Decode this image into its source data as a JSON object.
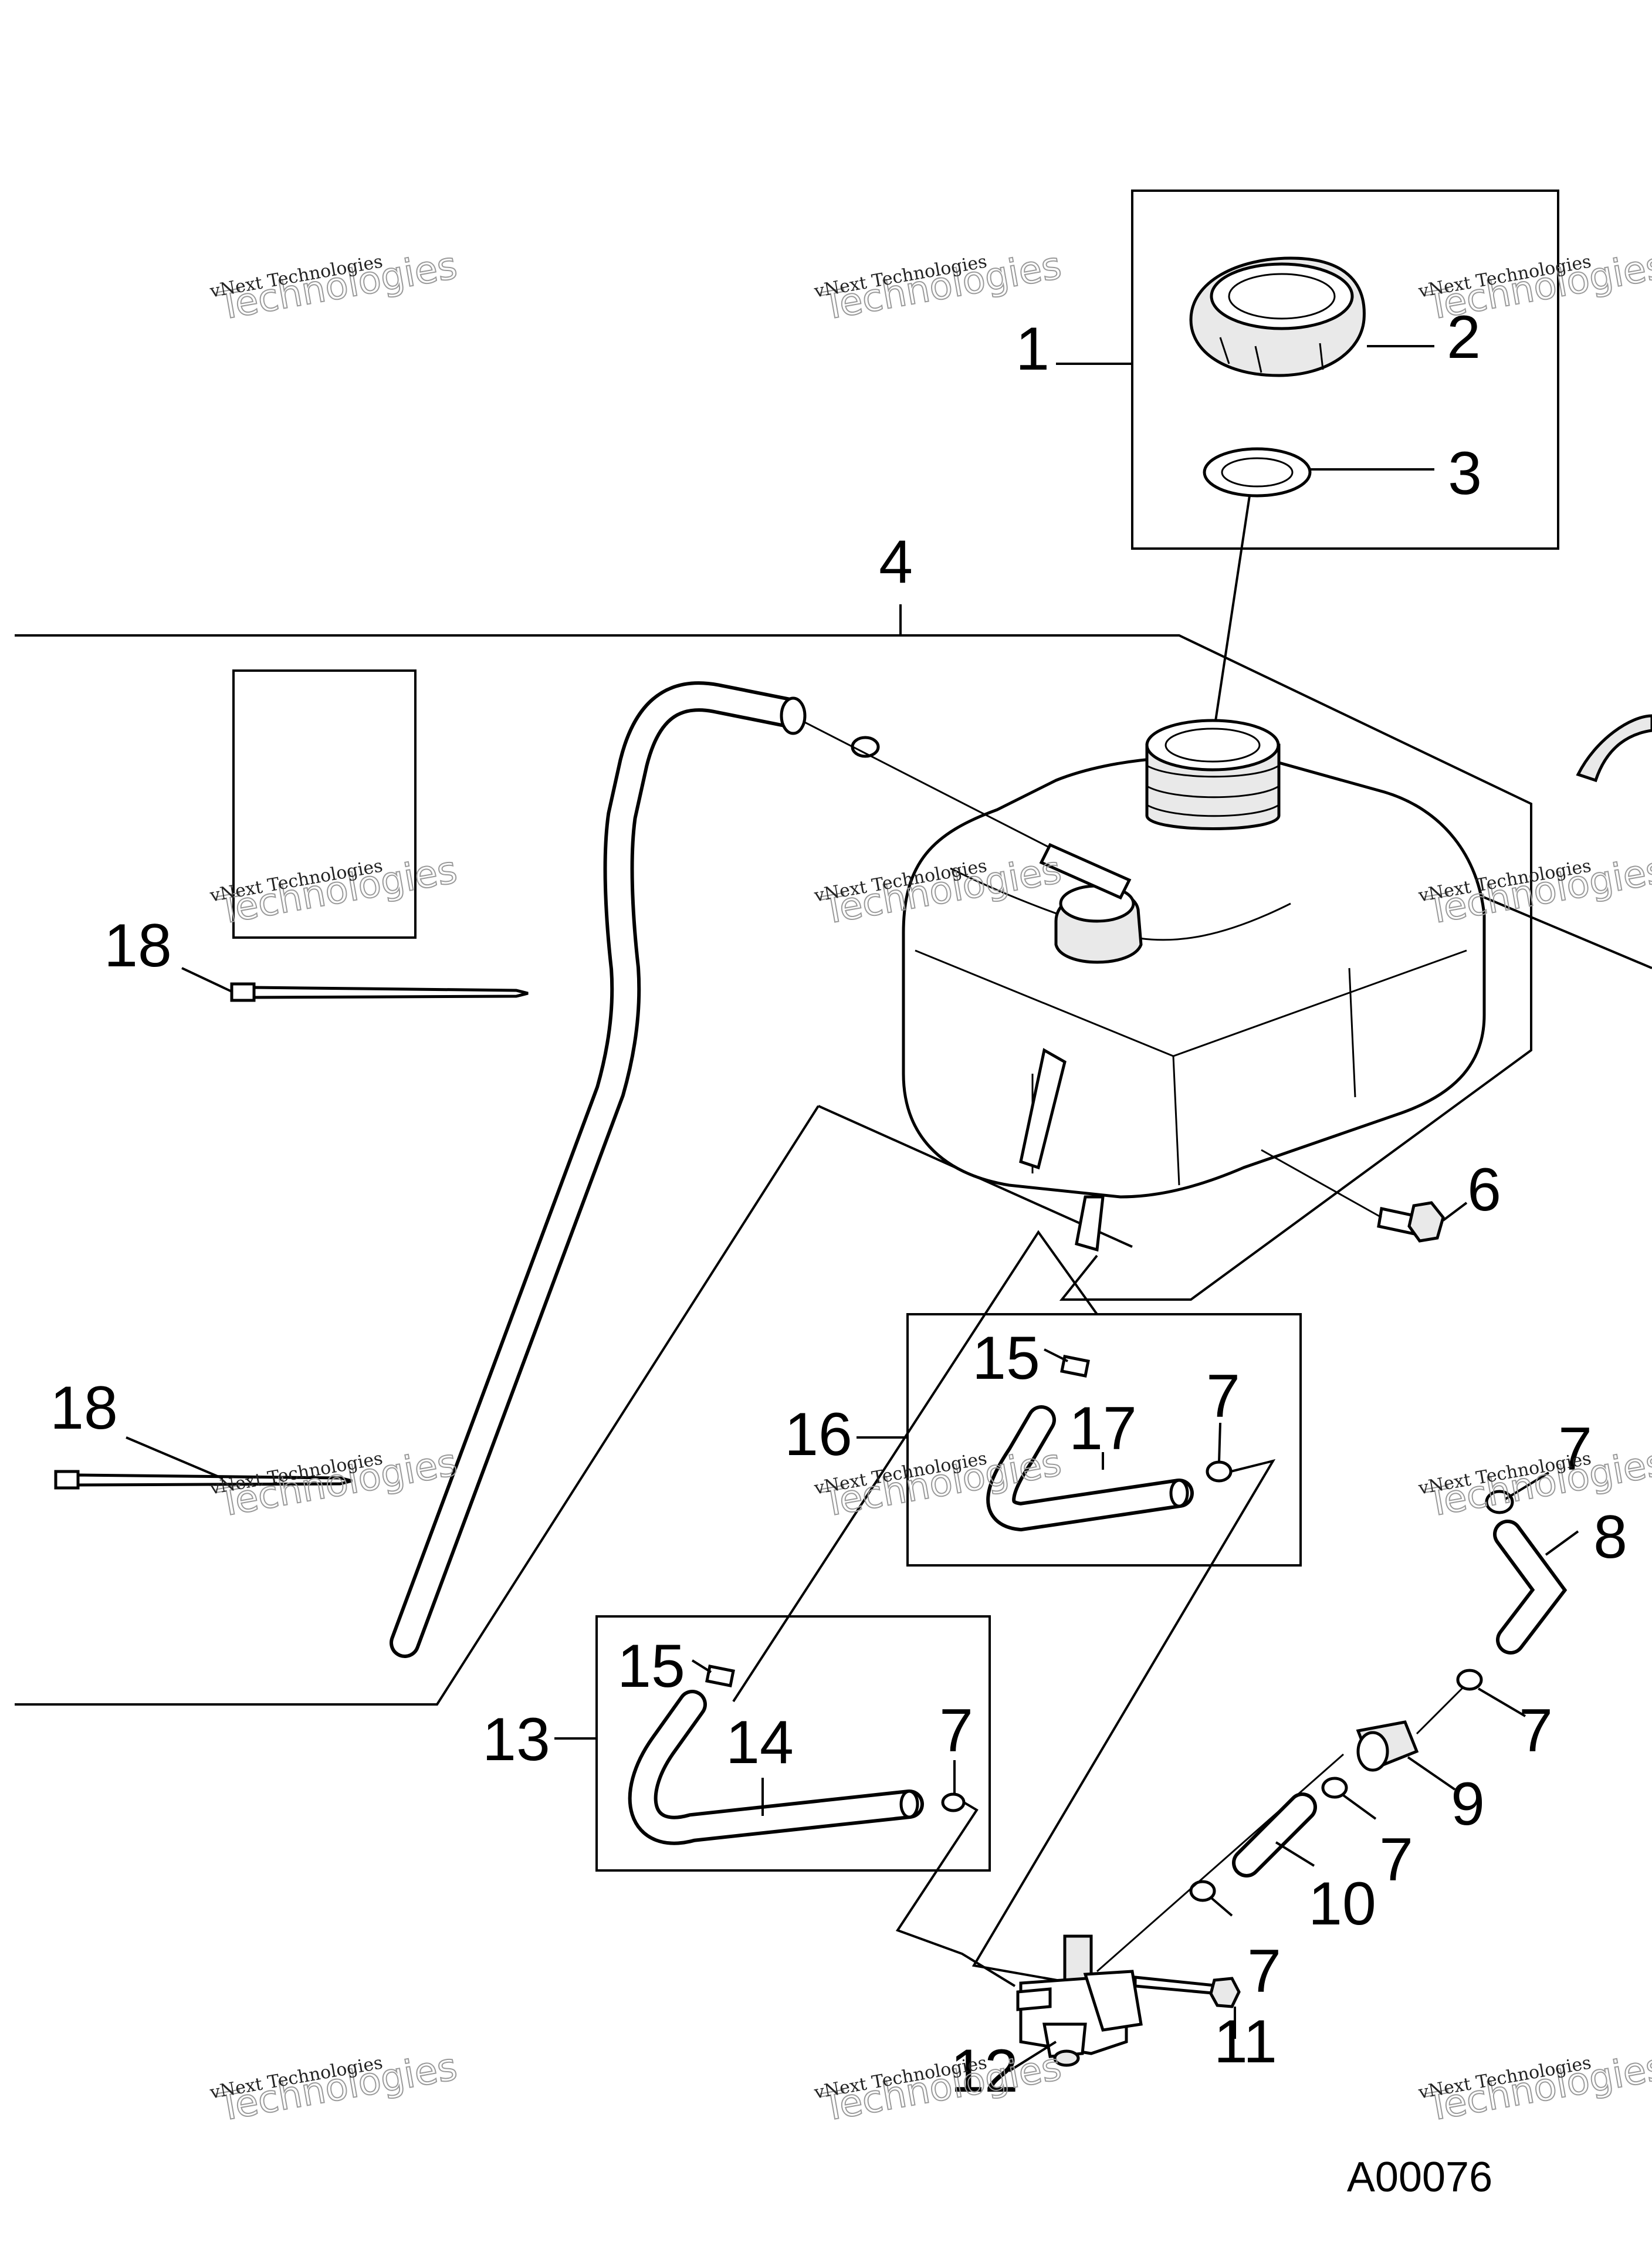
{
  "figure_id": "A00076",
  "callouts": [
    "1",
    "2",
    "3",
    "4",
    "6",
    "18",
    "18",
    "15",
    "16",
    "17",
    "7",
    "7",
    "8",
    "15",
    "13",
    "14",
    "7",
    "7",
    "9",
    "7",
    "10",
    "7",
    "11",
    "12"
  ],
  "watermark": {
    "line1": "vNext Technologies",
    "line2": "Technologies"
  }
}
